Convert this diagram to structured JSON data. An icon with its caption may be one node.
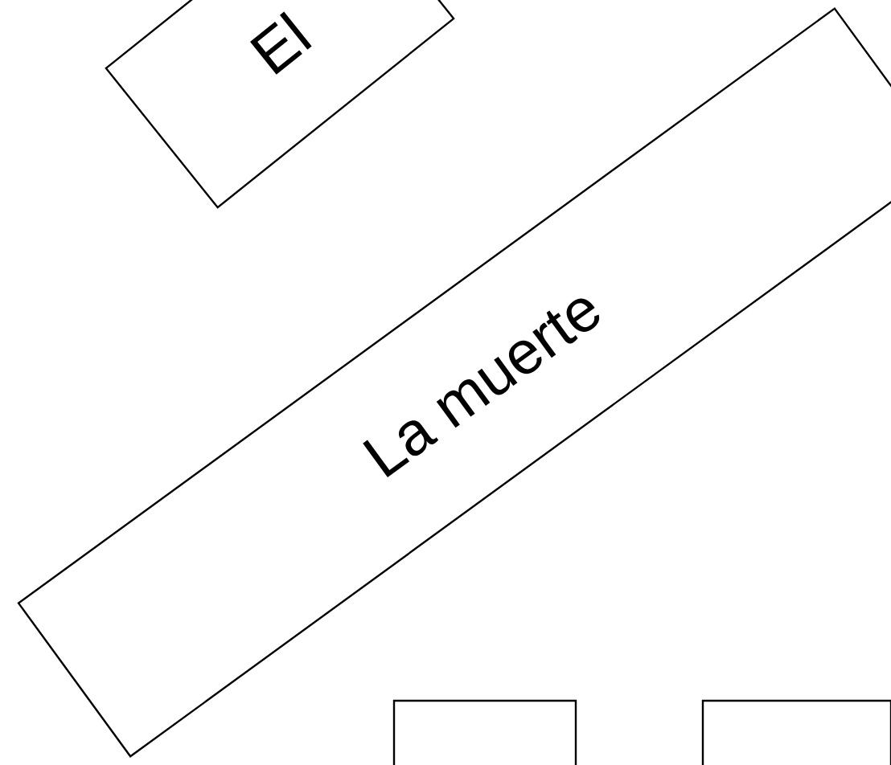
{
  "diagram": {
    "nodes": [
      {
        "text": [
          "El"
        ]
      },
      {
        "text": [
          "La muerte"
        ]
      },
      {
        "text": [],
        "shape": "box"
      },
      {
        "text": [],
        "shape": "box"
      }
    ]
  }
}
